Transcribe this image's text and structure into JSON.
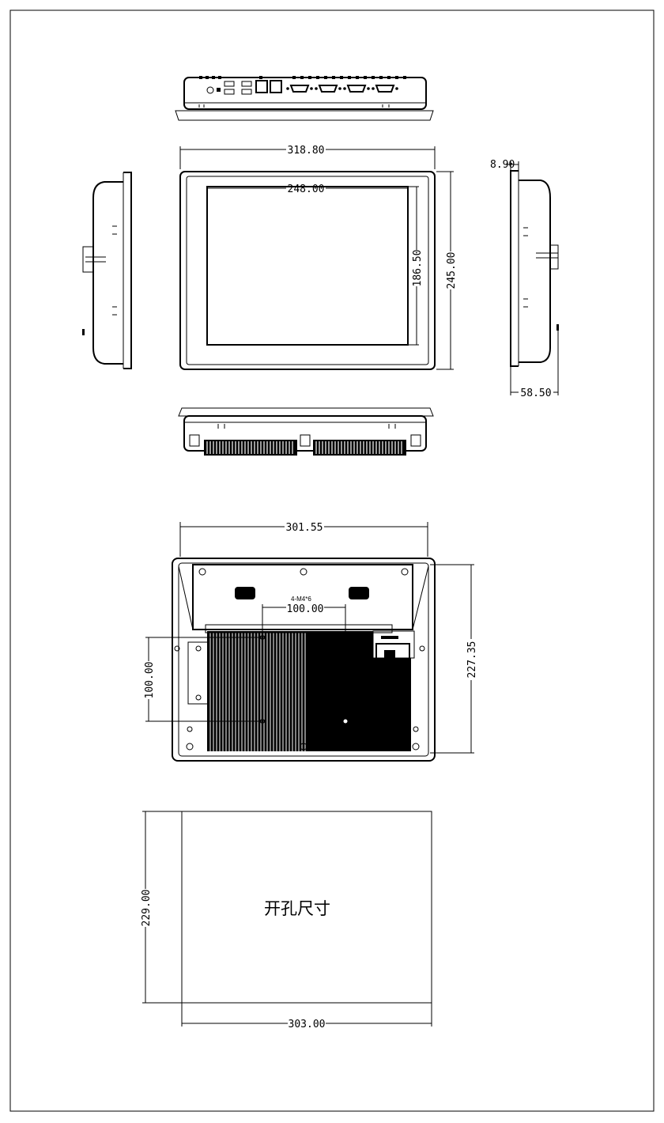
{
  "drawing": {
    "front_view": {
      "width_label": "318.80",
      "height_label": "245.00",
      "screen_width_label": "248.00",
      "screen_height_label": "186.50"
    },
    "side_view": {
      "bezel_label": "8.90",
      "depth_label": "58.50"
    },
    "rear_view": {
      "width_label": "301.55",
      "height_label": "227.35",
      "hole_note": "4-M4*6",
      "hole_horizontal_label": "100.00",
      "hole_vertical_label": "100.00"
    },
    "cutout": {
      "title": "开孔尺寸",
      "width_label": "303.00",
      "height_label": "229.00"
    }
  }
}
